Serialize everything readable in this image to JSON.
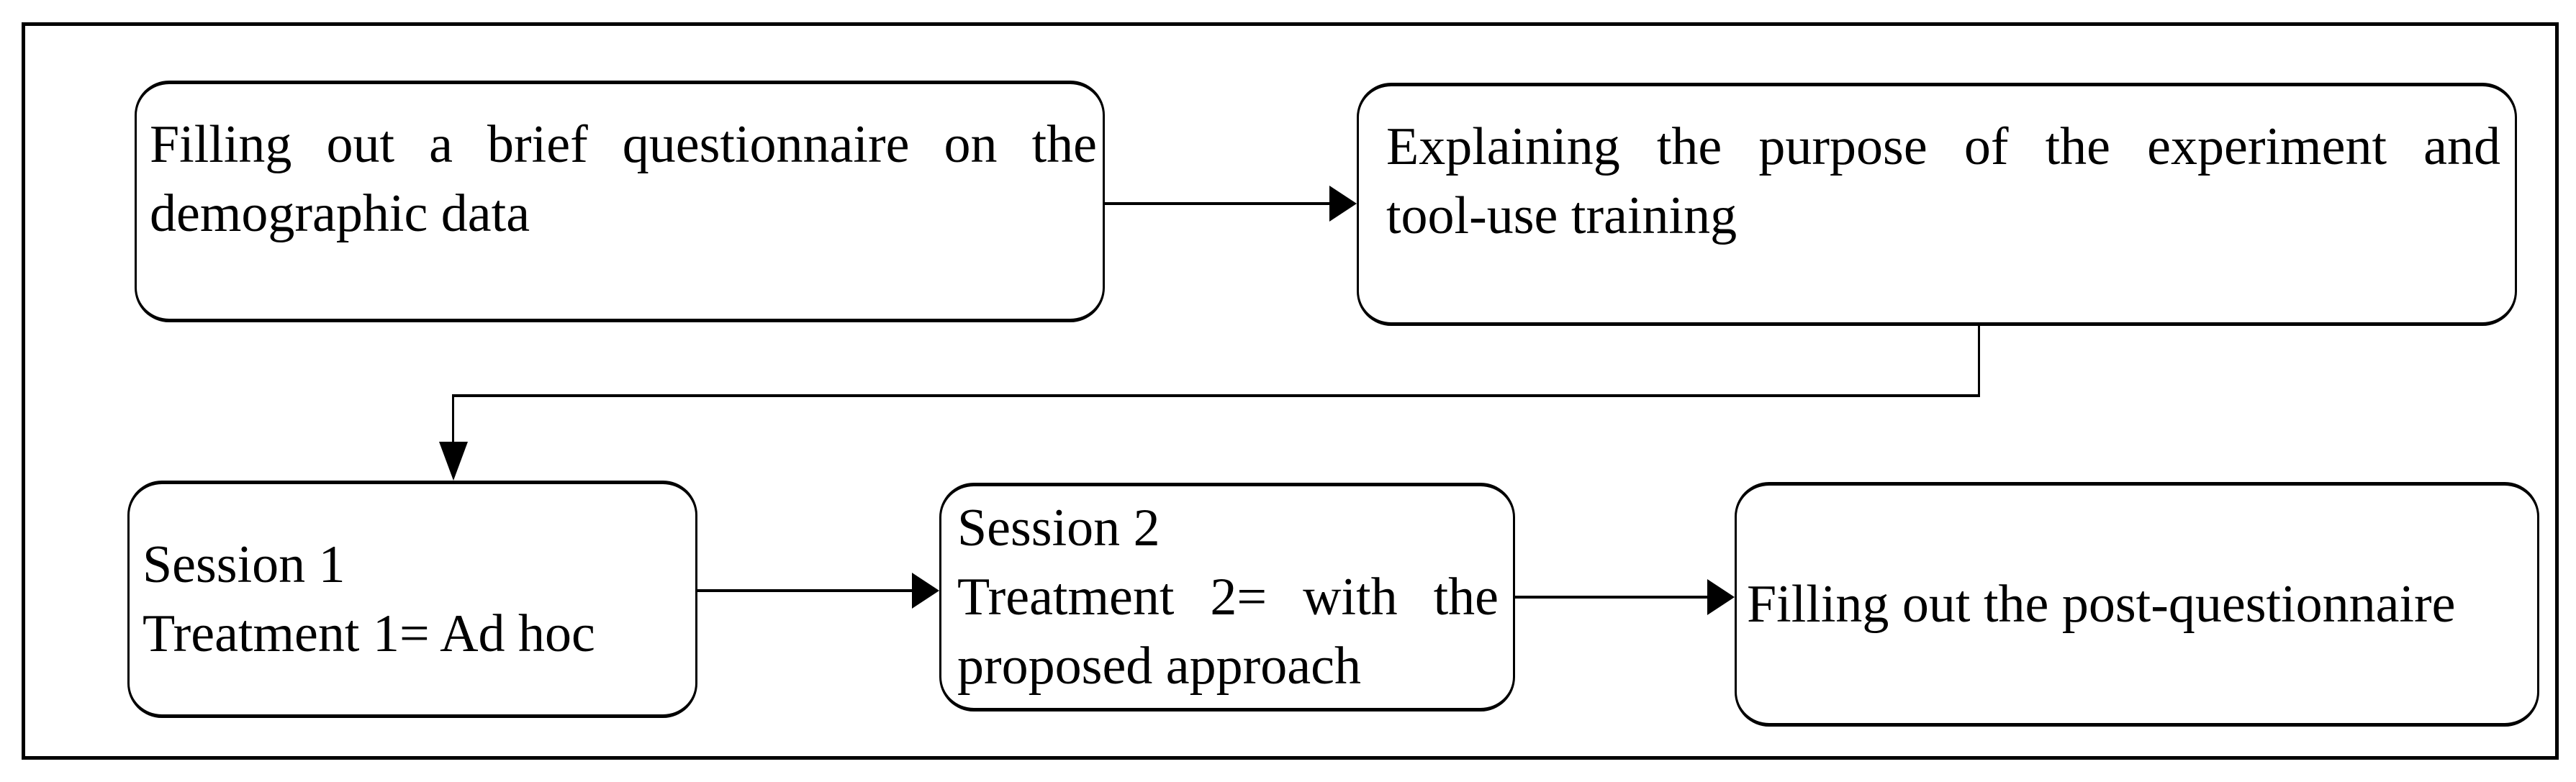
{
  "diagram": {
    "type": "flowchart",
    "colors": {
      "stroke": "#000000",
      "background": "#ffffff"
    },
    "boxes": {
      "questionnaire": {
        "line1": "Filling out a brief questionnaire on the",
        "line2": "demographic data"
      },
      "explaining": {
        "line1": "Explaining the purpose of the experiment and",
        "line2": "tool-use training"
      },
      "session1": {
        "line1": "Session 1",
        "line2": "Treatment 1= Ad hoc"
      },
      "session2": {
        "line1": "Session 2",
        "line2": "Treatment 2= with the",
        "line3": "proposed approach"
      },
      "post": {
        "line1": "Filling out the post-questionnaire"
      }
    },
    "edges": [
      {
        "from": "questionnaire",
        "to": "explaining"
      },
      {
        "from": "explaining",
        "to": "session1"
      },
      {
        "from": "session1",
        "to": "session2"
      },
      {
        "from": "session2",
        "to": "post"
      }
    ]
  }
}
